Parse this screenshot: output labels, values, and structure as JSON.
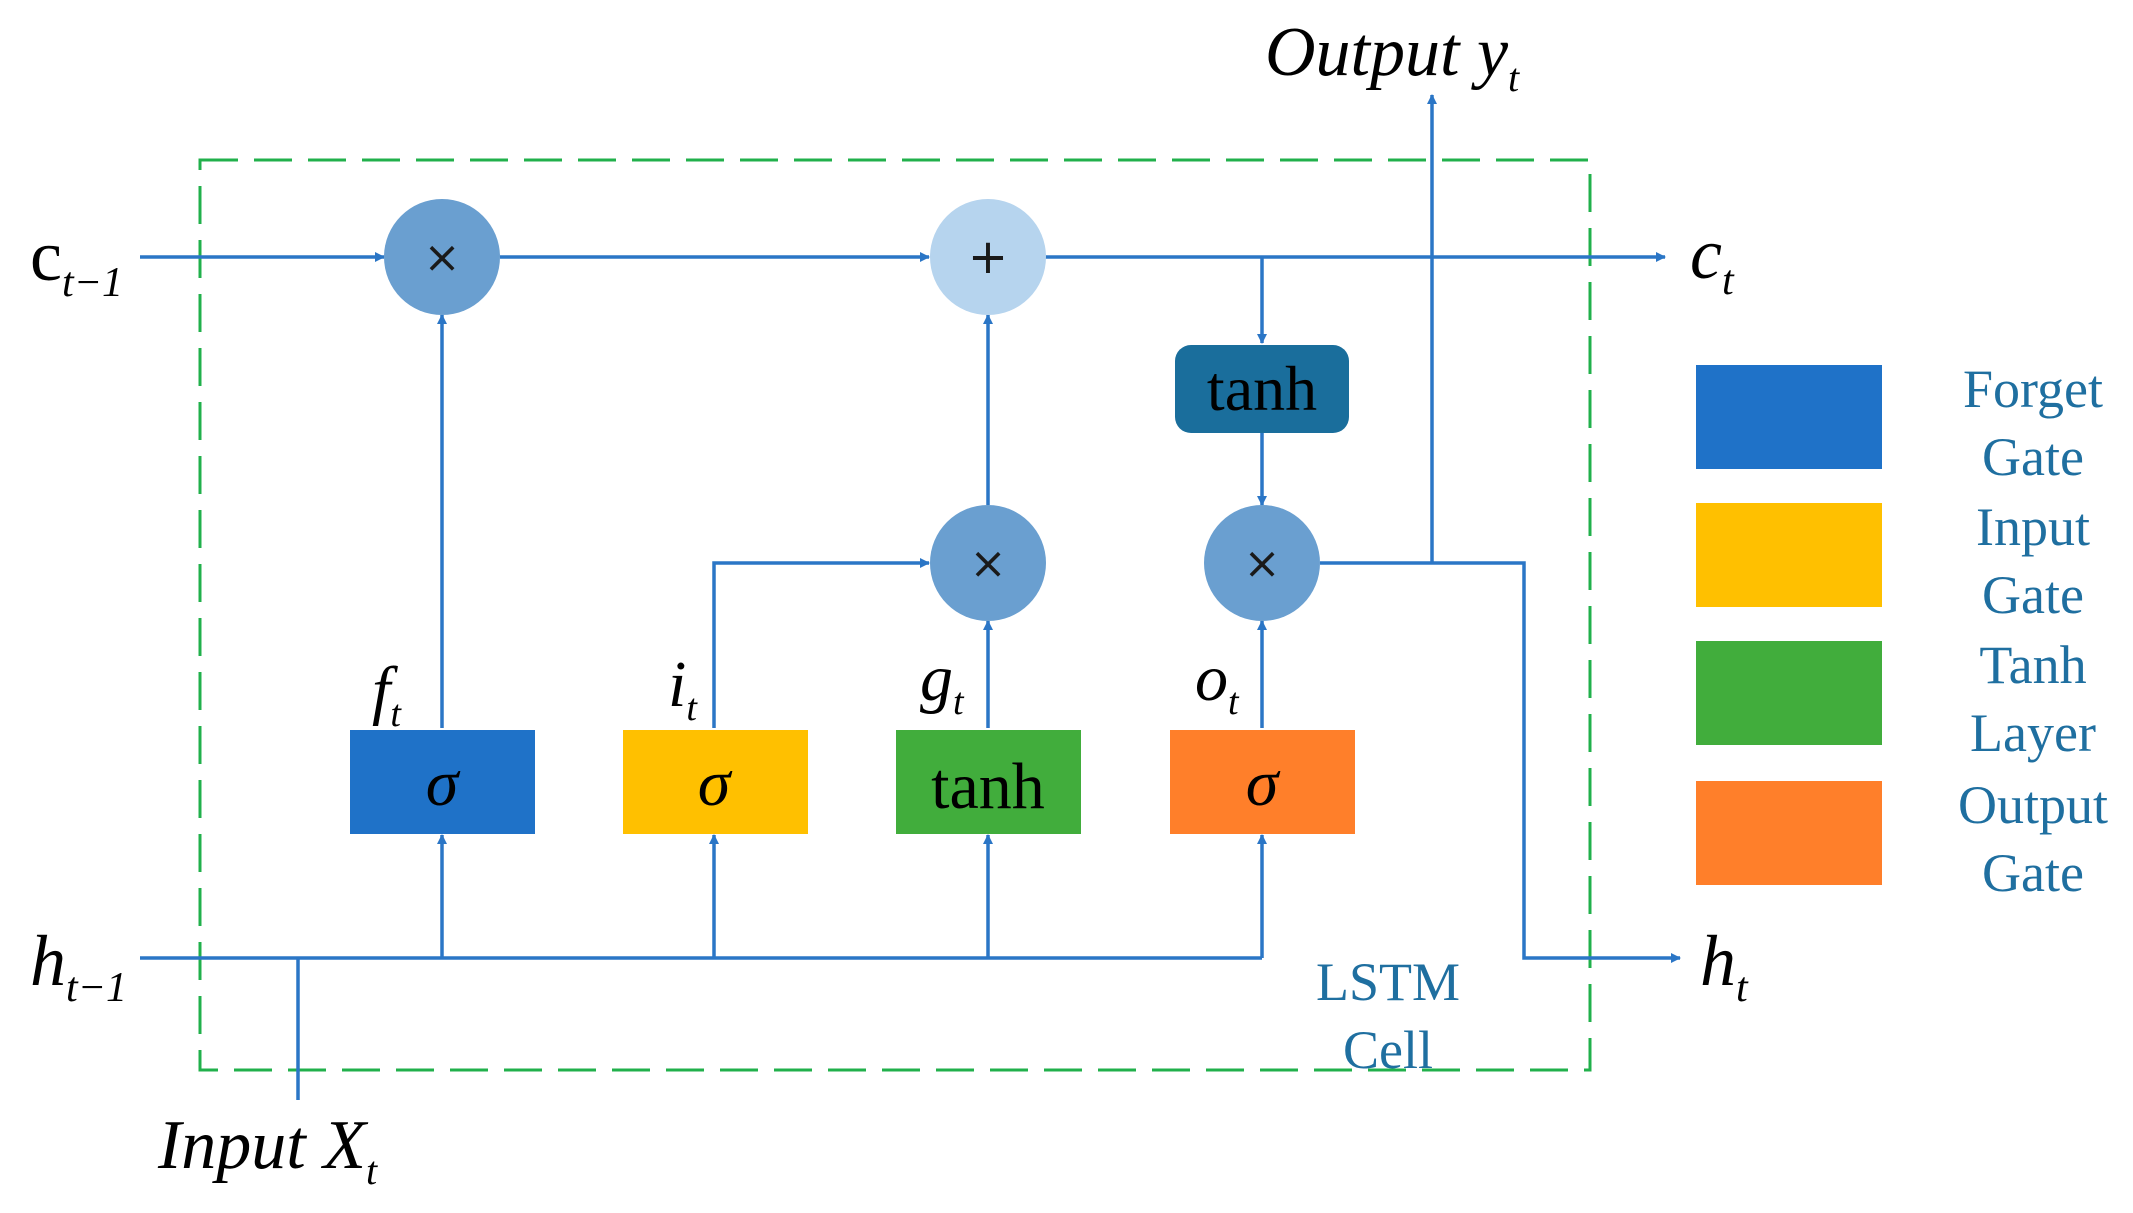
{
  "diagram": {
    "labels": {
      "c_prev": {
        "base": "c",
        "sub": "t−1"
      },
      "h_prev": {
        "base": "h",
        "sub": "t−1"
      },
      "c_next": {
        "base": "c",
        "sub": "t"
      },
      "h_next": {
        "base": "h",
        "sub": "t"
      },
      "output": {
        "base": "Output y",
        "sub": "t"
      },
      "input": {
        "base": "Input X",
        "sub": "t"
      }
    },
    "gates": [
      {
        "id": "forget",
        "name": {
          "base": "f",
          "sub": "t"
        },
        "symbol": "σ",
        "color": "#1f72c8"
      },
      {
        "id": "input",
        "name": {
          "base": "i",
          "sub": "t"
        },
        "symbol": "σ",
        "color": "#ffc000"
      },
      {
        "id": "tanh",
        "name": {
          "base": "g",
          "sub": "t"
        },
        "symbol": "tanh",
        "color": "#41ad3c"
      },
      {
        "id": "output",
        "name": {
          "base": "o",
          "sub": "t"
        },
        "symbol": "σ",
        "color": "#ff7f2a"
      }
    ],
    "operators": {
      "forget_mult": "×",
      "cell_add": "+",
      "input_mult": "×",
      "output_mult": "×"
    },
    "cell_tanh": "tanh",
    "cell_label": [
      "LSTM",
      "Cell"
    ],
    "legend": [
      {
        "lines": [
          "Forget",
          "Gate"
        ],
        "color": "#1f72c8"
      },
      {
        "lines": [
          "Input",
          "Gate"
        ],
        "color": "#ffc000"
      },
      {
        "lines": [
          "Tanh",
          "Layer"
        ],
        "color": "#41ad3c"
      },
      {
        "lines": [
          "Output",
          "Gate"
        ],
        "color": "#ff7f2a"
      }
    ],
    "colors": {
      "arrow": "#2b76c6",
      "border": "#21b04b",
      "circle_dark": "#6a9fd0",
      "circle_light": "#b6d4ee",
      "tanh_box": "#1a6e9c",
      "text_blue": "#1f6fa0"
    }
  }
}
